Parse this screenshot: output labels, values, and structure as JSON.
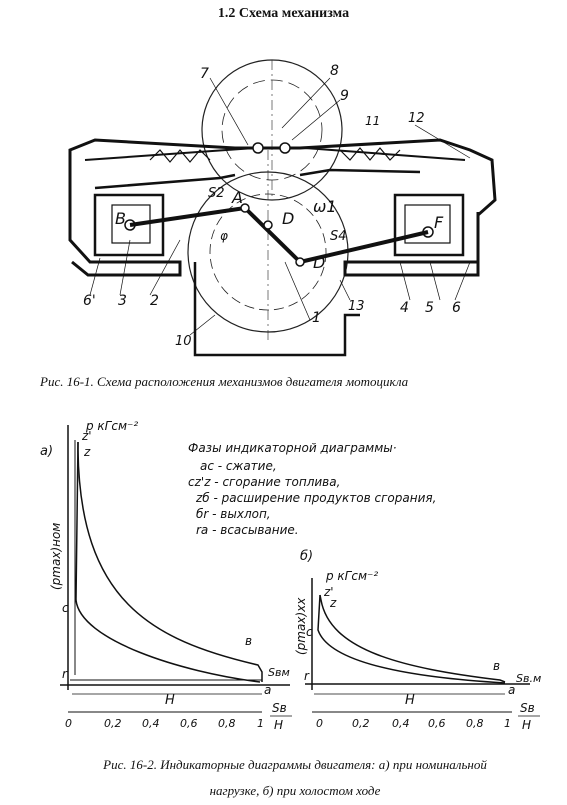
{
  "section_title": "1.2 Схема механизма",
  "figure1": {
    "caption": "Рис. 16-1. Схема расположения механизмов двигателя мотоцикла",
    "numbers": [
      "7",
      "8",
      "9",
      "11",
      "12",
      "1",
      "2",
      "3",
      "4",
      "5",
      "6",
      "6'",
      "10",
      "13"
    ],
    "points": [
      "B",
      "A",
      "D",
      "D",
      "F",
      "S2",
      "S4",
      "ω1",
      "φ"
    ]
  },
  "figure2": {
    "caption_line1": "Рис. 16-2. Индикаторные диаграммы двигателя: а) при номинальной",
    "caption_line2": "нагрузке, б) при холостом ходе",
    "legend": {
      "title": "Фазы индикаторной диаграммы·",
      "items": [
        "ас - сжатие,",
        "cz'z - сгорание топлива,",
        "zб - расширение продуктов сгорания,",
        "бr - выхлоп,",
        "rа - всасывание."
      ]
    },
    "plot_a": {
      "label": "а)",
      "y_axis": "p кГсм⁻²",
      "y_quantity": "(pmax)ном",
      "x_axis_s": "Sв",
      "x_axis_h": "H",
      "stroke_label": "H",
      "sbm": "Sвм",
      "points": [
        "z'",
        "z",
        "c",
        "в",
        "r",
        "a"
      ],
      "ticks": [
        "0",
        "0,2",
        "0,4",
        "0,6",
        "0,8",
        "1"
      ]
    },
    "plot_b": {
      "label": "б)",
      "y_axis": "p кГсм⁻²",
      "y_quantity": "(pmax)хх",
      "x_axis_s": "Sв",
      "x_axis_h": "H",
      "stroke_label": "H",
      "sbm": "Sв.м",
      "points": [
        "z'",
        "z",
        "c",
        "в",
        "r",
        "a"
      ],
      "ticks": [
        "0",
        "0,2",
        "0,4",
        "0,6",
        "0,8",
        "1"
      ]
    }
  }
}
